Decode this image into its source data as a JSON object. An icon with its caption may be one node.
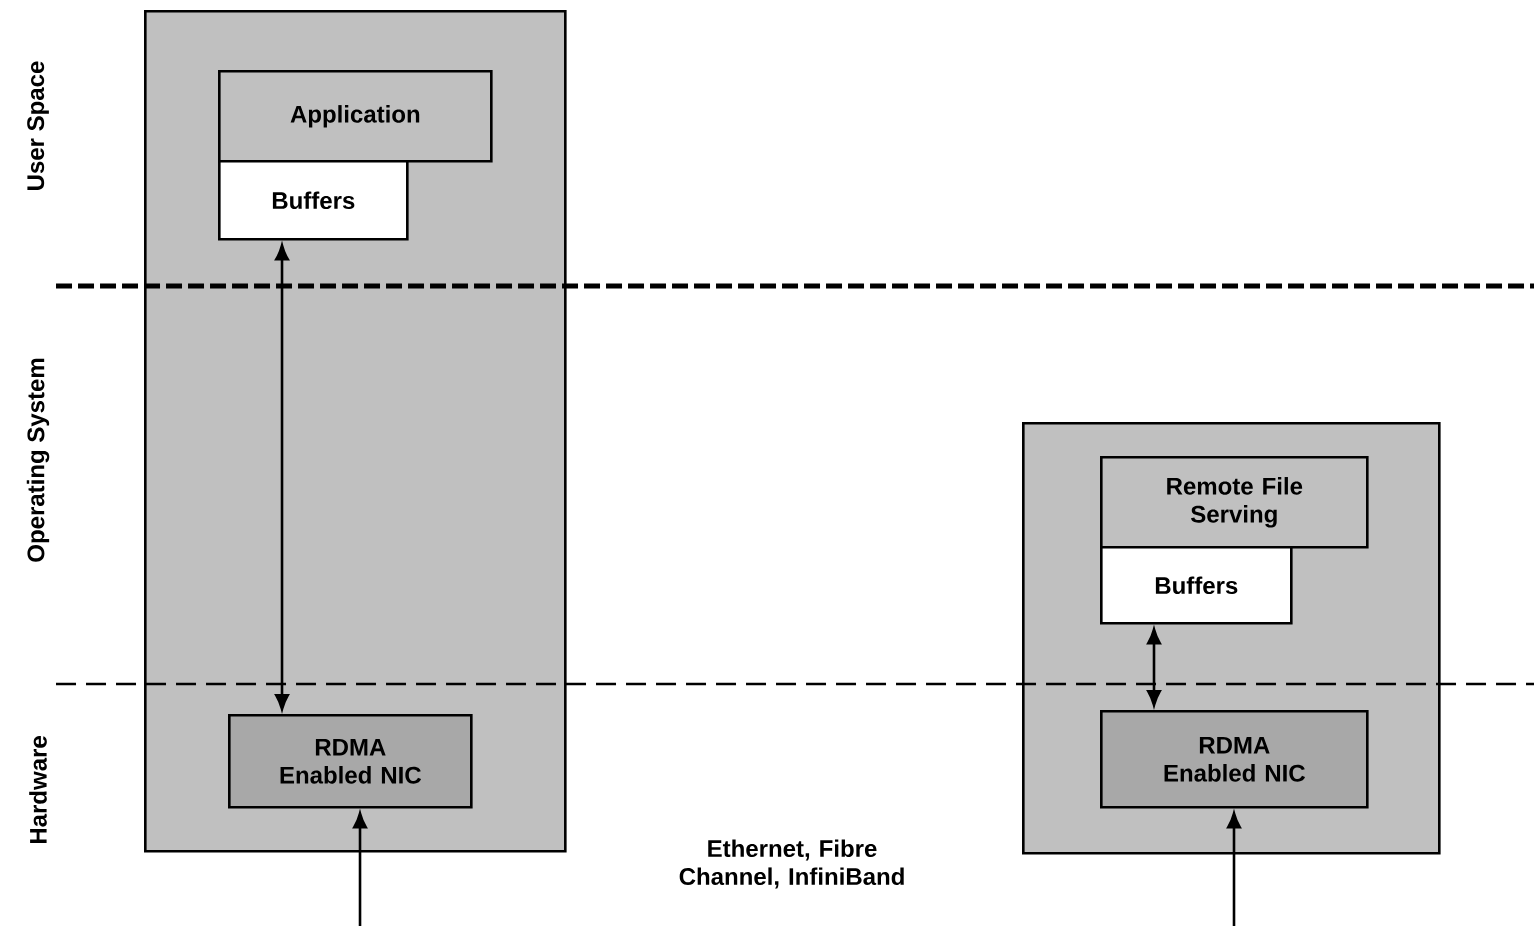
{
  "diagram": {
    "nodes": [
      {
        "text": [],
        "shape": "box"
      },
      {
        "text": [
          "Application"
        ],
        "in": 0
      },
      {
        "text": [
          "Buffers"
        ],
        "in": 0
      },
      {
        "text": [
          "RDMA Enabled NIC"
        ],
        "in": 0
      },
      {
        "text": [],
        "shape": "box"
      },
      {
        "text": [
          "Remote File Serving"
        ],
        "in": 4
      },
      {
        "text": [
          "Buffers"
        ],
        "in": 4
      },
      {
        "text": [
          "RDMA Enabled NIC"
        ],
        "in": 4
      }
    ],
    "edges": [
      {
        "from": 2,
        "to": 3,
        "arrow": "both"
      },
      {
        "from": 6,
        "to": 7,
        "arrow": "both"
      },
      {
        "from": null,
        "to": 3,
        "arrow": "to"
      },
      {
        "from": null,
        "to": 7,
        "arrow": "to"
      }
    ],
    "labels": [
      "User Space",
      "Operating System",
      "Hardware",
      "Ethernet, Fibre Channel, InfiniBand"
    ]
  }
}
